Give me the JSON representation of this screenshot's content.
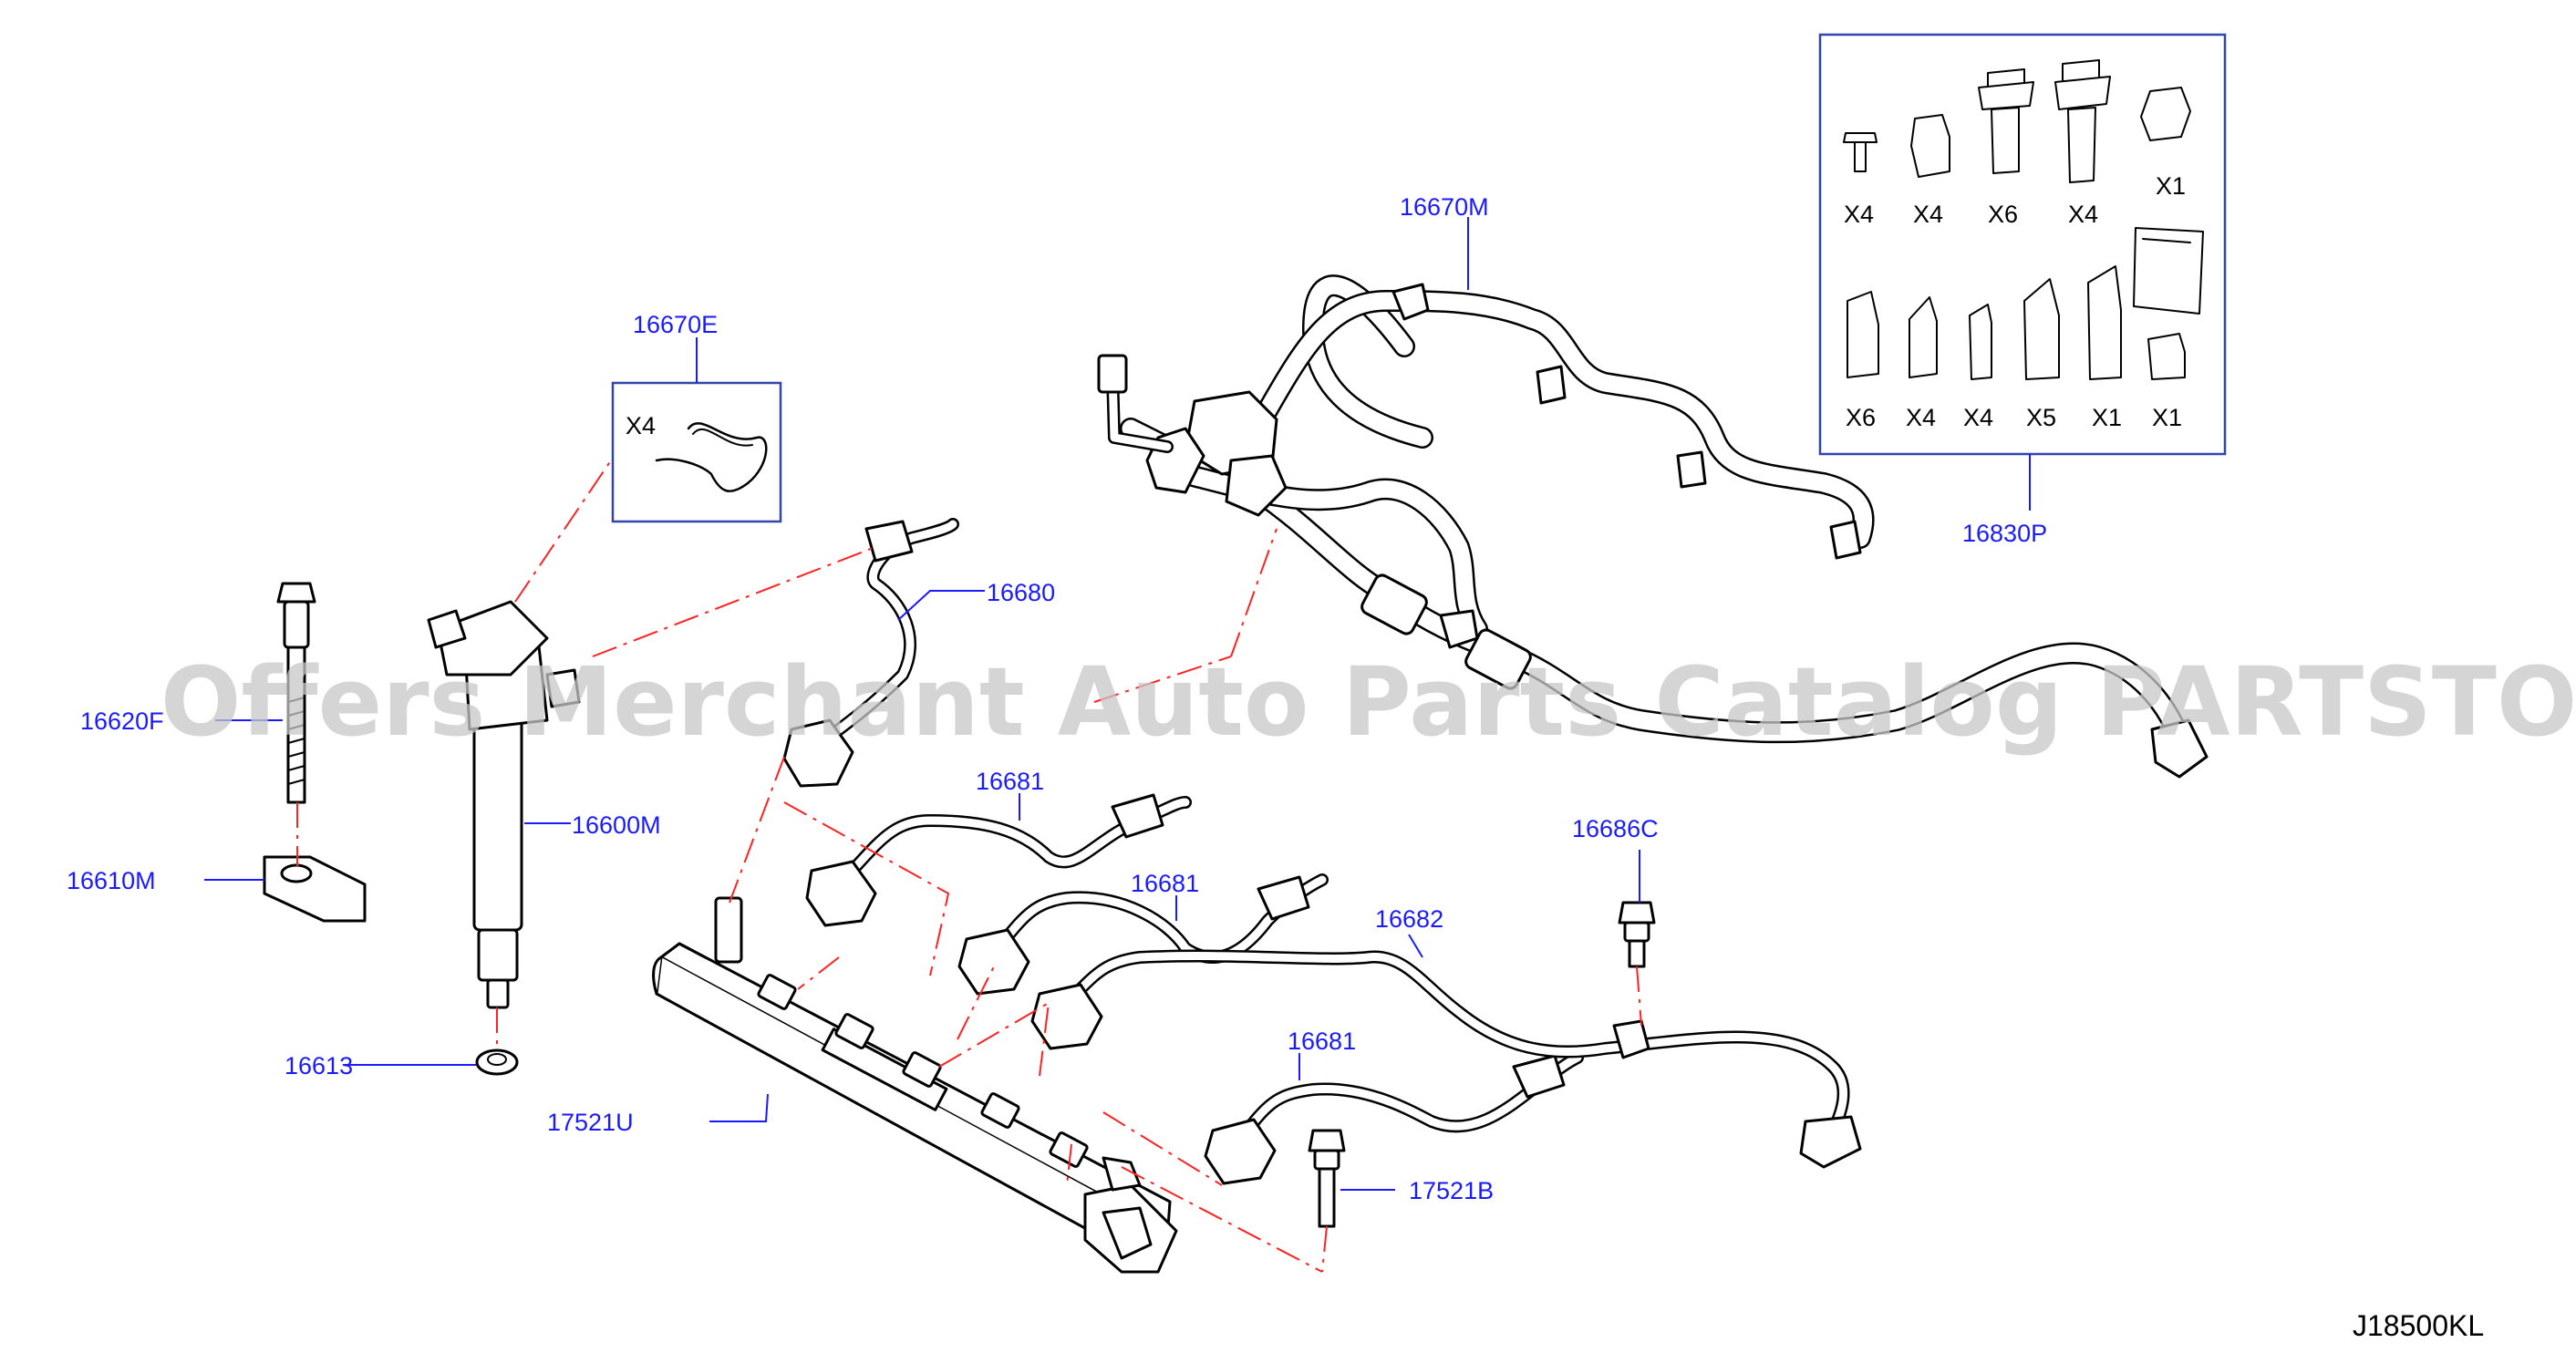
{
  "watermark": "Offers Merchant Auto Parts Catalog PARTSTORE.SA",
  "diagram_code": "J18500KL",
  "part_labels": {
    "p16670M": "16670M",
    "p16670E": "16670E",
    "p16680": "16680",
    "p16620": "16620F",
    "p16600M": "16600M",
    "p16610M": "16610M",
    "p16613": "16613",
    "p16681a": "16681",
    "p16681b": "16681",
    "p16681c": "16681",
    "p16682": "16682",
    "p16686C": "16686C",
    "p17521U": "17521U",
    "p17521B": "17521B",
    "p16830P": "16830P"
  },
  "clip_qty": "X4",
  "kit": {
    "row1": [
      "X4",
      "X4",
      "X6",
      "X4",
      "X1"
    ],
    "row2": [
      "X6",
      "X4",
      "X4",
      "X5",
      "X1",
      "X1"
    ]
  }
}
